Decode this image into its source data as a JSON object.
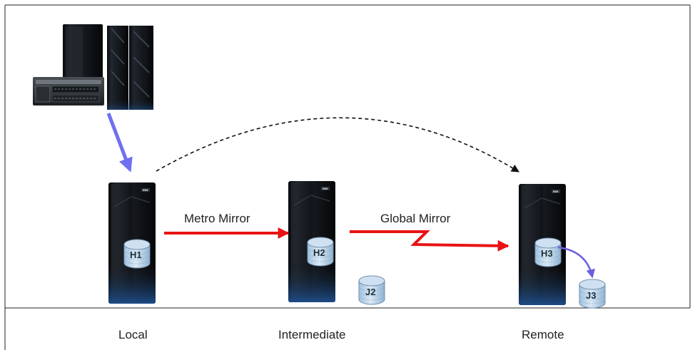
{
  "sites": {
    "local": "Local",
    "intermediate": "Intermediate",
    "remote": "Remote"
  },
  "links": {
    "metro_mirror": "Metro Mirror",
    "global_mirror": "Global Mirror"
  },
  "volumes": {
    "h1": "H1",
    "h2": "H2",
    "h3": "H3",
    "j2": "J2",
    "j3": "J3"
  },
  "hardware": {
    "host": "mainframe-and-rack-server",
    "storage": "storage-system-cabinet",
    "badge_text": "IBM"
  },
  "colors": {
    "replication_arrow": "#e81313",
    "host_io_arrow": "#7070f0",
    "journal_arrow": "#6b5fe0",
    "dashed_arrow": "#111111",
    "volume_fill": "#b8d4ea",
    "cabinet": "#161a1f"
  }
}
